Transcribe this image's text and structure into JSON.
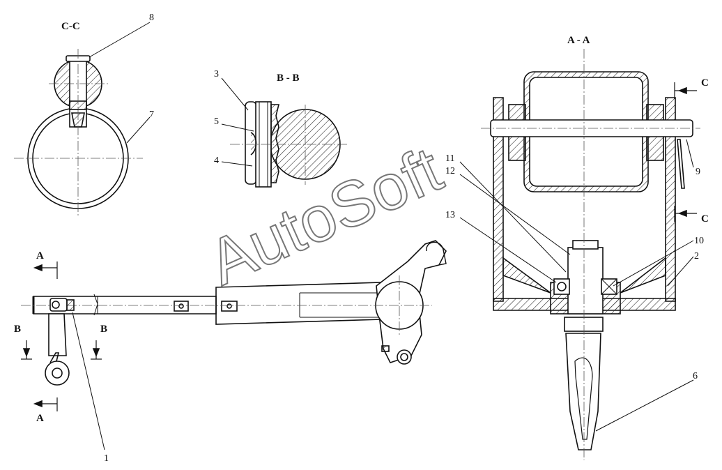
{
  "section_labels": {
    "cc": "C-C",
    "bb": "B - B",
    "aa": "A - A",
    "a_top": "A",
    "a_bottom": "A",
    "b_left": "B",
    "b_right": "B",
    "c_top": "C",
    "c_bottom": "C"
  },
  "callouts": {
    "n1": "1",
    "n2": "2",
    "n3": "3",
    "n4": "4",
    "n5": "5",
    "n6": "6",
    "n7": "7",
    "n8": "8",
    "n9": "9",
    "n10": "10",
    "n11": "11",
    "n12": "12",
    "n13": "13"
  },
  "watermark": "AutoSoft",
  "colors": {
    "line": "#111111",
    "hatch": "#333333",
    "axis": "#555555"
  }
}
